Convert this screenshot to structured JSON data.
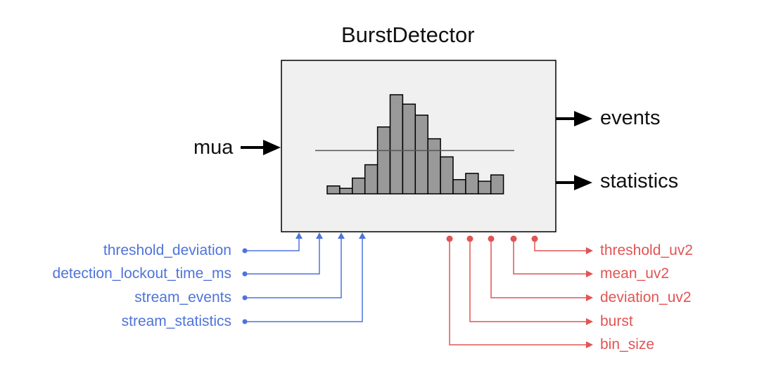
{
  "title": "BurstDetector",
  "input": "mua",
  "outputs": [
    "events",
    "statistics"
  ],
  "parameters": [
    "threshold_deviation",
    "detection_lockout_time_ms",
    "stream_events",
    "stream_statistics"
  ],
  "published": [
    "threshold_uv2",
    "mean_uv2",
    "deviation_uv2",
    "burst",
    "bin_size"
  ],
  "colors": {
    "parameters": "#4f74d9",
    "published": "#e25454",
    "bars": "#999999",
    "box": "#f0f0f0"
  },
  "histogram": {
    "bars": [
      1.0,
      0.7,
      2.0,
      3.7,
      8.5,
      12.6,
      11.4,
      10.0,
      7.0,
      4.7,
      1.8,
      2.6,
      1.6,
      2.4
    ],
    "threshold": 5.5
  }
}
